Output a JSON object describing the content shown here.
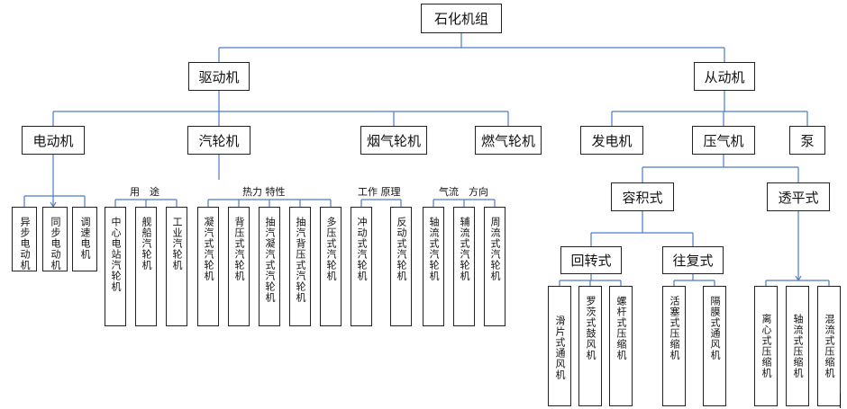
{
  "root": "石化机组",
  "branches": {
    "driver": "驱动机",
    "driven": "从动机"
  },
  "drivers": {
    "electric": "电动机",
    "steam": "汽轮机",
    "flue": "烟气轮机",
    "gas": "燃气轮机"
  },
  "driven": {
    "generator": "发电机",
    "compressor": "压气机",
    "pump": "泵"
  },
  "compressor_types": {
    "positive": "容积式",
    "dynamic": "透平式"
  },
  "positive_types": {
    "rotary": "回转式",
    "reciprocating": "往复式"
  },
  "group_labels": {
    "use": "用　途",
    "thermo": "热力 特性",
    "work": "工作 原理",
    "flow": "气流　方向"
  },
  "motor_leaves": [
    "异步电动机",
    "同步电动机",
    "调速电机"
  ],
  "use_leaves": [
    "中心电站汽轮机",
    "舰船汽轮机",
    "工业汽轮机"
  ],
  "thermo_leaves": [
    "凝汽式汽轮机",
    "背压式汽轮机",
    "抽汽凝汽式汽轮机",
    "抽汽背压式汽轮机",
    "多压式汽轮机"
  ],
  "work_leaves": [
    "冲动式汽轮机",
    "反动式汽轮机"
  ],
  "flow_leaves": [
    "轴流式汽轮机",
    "辅流式汽轮机",
    "周流式汽轮机"
  ],
  "rotary_leaves": [
    "滑片式通风机",
    "罗茨式鼓风机",
    "螺杆式压缩机"
  ],
  "recip_leaves": [
    "活塞式压缩机",
    "隔膜式通风机"
  ],
  "dynamic_leaves": [
    "离心式压缩机",
    "轴流式压缩机",
    "混流式压缩机"
  ],
  "colors": {
    "connector": "#4a7bc8",
    "border": "#222222"
  }
}
